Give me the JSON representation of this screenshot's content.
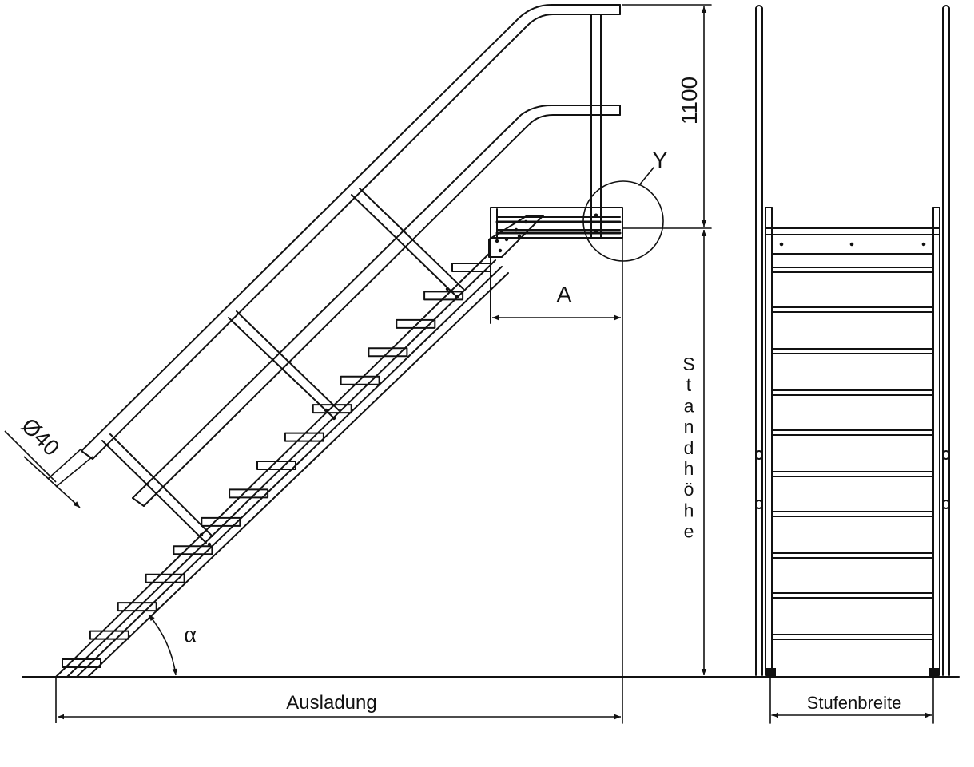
{
  "labels": {
    "height_top": "1100",
    "detail": "Y",
    "depth": "A",
    "diameter": "Ø40",
    "angle": "α",
    "outreach": "Ausladung",
    "stand_height_letters": [
      "S",
      "t",
      "a",
      "n",
      "d",
      "h",
      "ö",
      "h",
      "e"
    ],
    "step_width": "Stufenbreite"
  },
  "colors": {
    "ink": "#111111",
    "background": "#ffffff"
  }
}
